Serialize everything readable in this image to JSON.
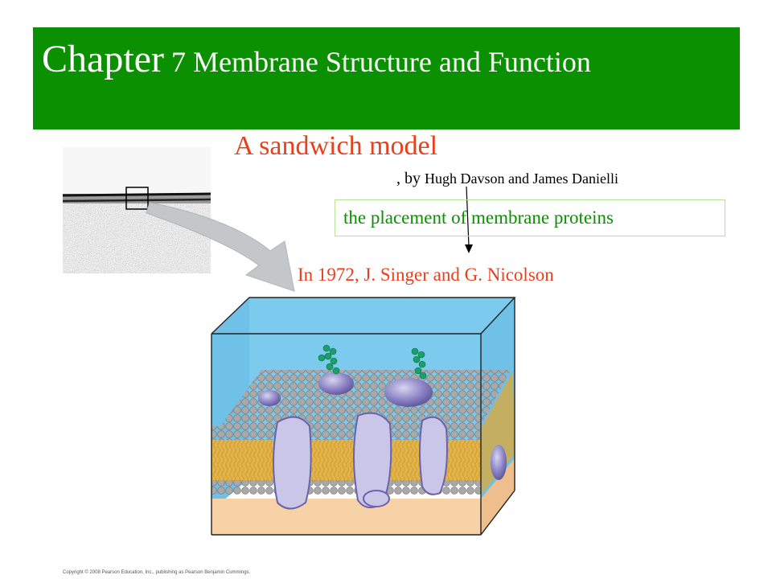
{
  "slide": {
    "title_chapter": "Chapter",
    "title_rest": " 7 Membrane Structure and Function",
    "sandwich_heading": "A sandwich model",
    "byline_prefix": ", by ",
    "byline_names": "Hugh Davson and James Danielli",
    "placement_text": "the placement of membrane proteins",
    "singer_text": "In 1972, J. Singer and G. Nicolson",
    "copyright": "Copyright © 2008 Pearson Education, Inc., publishing as Pearson Benjamin Cummings."
  },
  "colors": {
    "banner": "#0a9000",
    "heading_red": "#e8401c",
    "placement_green": "#0a9000",
    "box_water": "#7ccbee",
    "box_cytoplasm": "#f7d2a6",
    "lipid_head": "#a9a9a9",
    "lipid_tail": "#e2b54a",
    "protein": "#8a82c4",
    "carbohydrate": "#1aa06a"
  },
  "icons": {
    "micrograph": "electron-micrograph-image",
    "curved_arrow": "curved-arrow-icon",
    "pointer_arrow": "down-arrow-icon",
    "fluid_mosaic": "membrane-model-illustration"
  }
}
